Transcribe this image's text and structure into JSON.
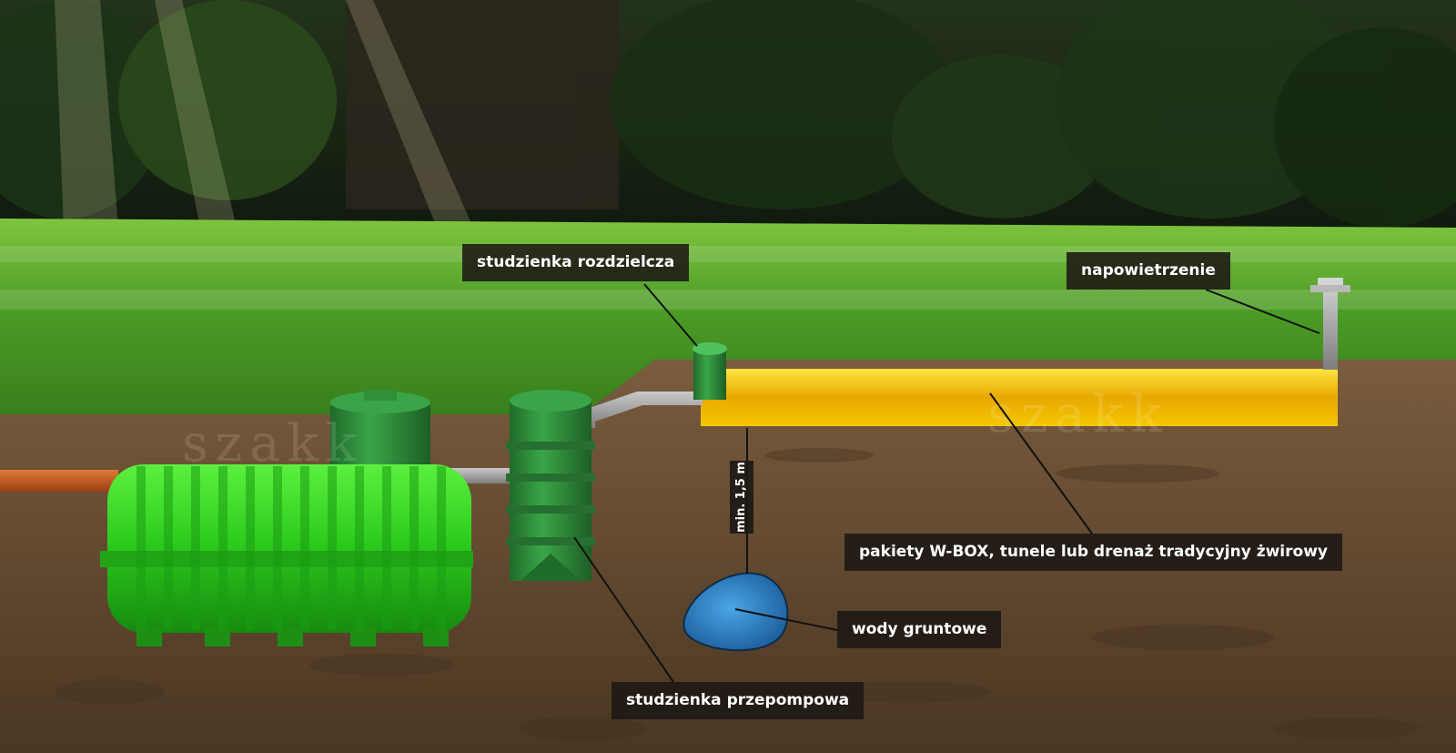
{
  "labels": {
    "distribution_well": "studzienka rozdzielcza",
    "aeration": "napowietrzenie",
    "infiltration": "pakiety W-BOX, tunele lub drenaż tradycyjny żwirowy",
    "groundwater": "wody gruntowe",
    "pump_well": "studzienka przepompowa",
    "min_depth": "min. 1,5 m"
  },
  "watermark": "szakk",
  "colors": {
    "tank_green": "#2ecc1e",
    "well_green": "#2f8f3a",
    "pipe_gray": "#a8a8a8",
    "inlet_pipe": "#c2571e",
    "gravel_yellow": "#f2c100",
    "groundwater_blue": "#2d7fc4",
    "grass_green": "#4fa12a",
    "soil_brown": "#6b4f33",
    "label_bg": "#1c1814"
  }
}
